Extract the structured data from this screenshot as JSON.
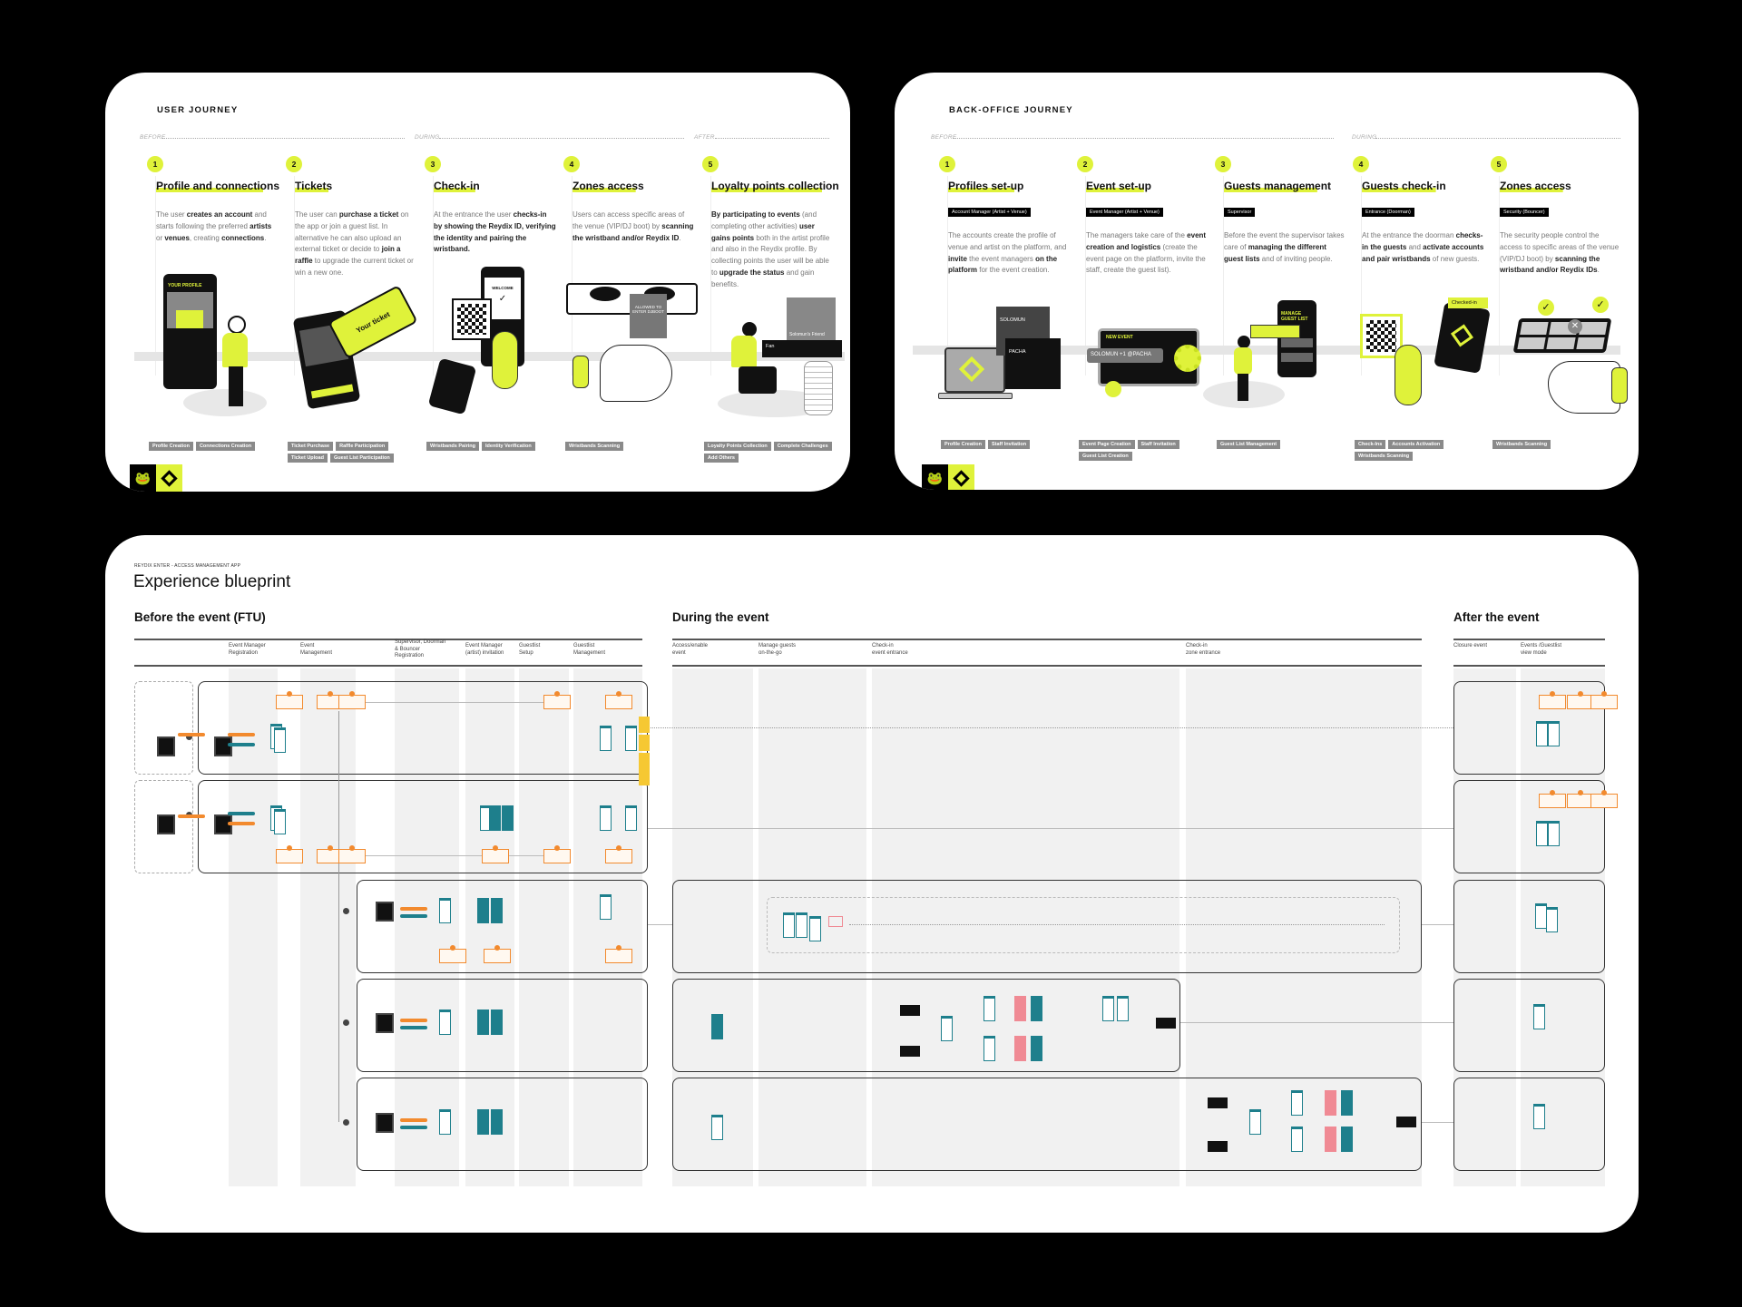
{
  "colors": {
    "accent": "#dff23a",
    "orange": "#f28a2e",
    "teal": "#1e7f8c",
    "pink": "#f08a94"
  },
  "user_journey": {
    "title": "USER JOURNEY",
    "phases": [
      "BEFORE",
      "DURING",
      "AFTER"
    ],
    "steps": [
      {
        "num": "1",
        "title": "Profile and connections",
        "desc": [
          {
            "text": "The user "
          },
          {
            "text": "creates an account",
            "bold": true
          },
          {
            "text": " and starts  following the preferred "
          },
          {
            "text": "artists",
            "bold": true
          },
          {
            "text": " or "
          },
          {
            "text": "venues",
            "bold": true
          },
          {
            "text": ", creating "
          },
          {
            "text": "connections",
            "bold": true
          },
          {
            "text": "."
          }
        ],
        "chips": [
          "Profile Creation",
          "Connections Creation"
        ]
      },
      {
        "num": "2",
        "title": "Tickets",
        "desc": [
          {
            "text": "The user can "
          },
          {
            "text": "purchase a ticket",
            "bold": true
          },
          {
            "text": " on the app or join a guest list. In alternative he can also upload an external ticket or decide to "
          },
          {
            "text": "join a raffle",
            "bold": true
          },
          {
            "text": " to upgrade the current ticket or win a new one."
          }
        ],
        "chips": [
          "Ticket Purchase",
          "Raffle Participation",
          "Ticket Upload",
          "Guest List Participation"
        ]
      },
      {
        "num": "3",
        "title": "Check-in",
        "desc": [
          {
            "text": "At the entrance the user "
          },
          {
            "text": "checks-in by showing the Reydix ID, verifying the identity and pairing the wristband.",
            "bold": true
          }
        ],
        "chips": [
          "Wristbands Pairing",
          "Identity Verification"
        ]
      },
      {
        "num": "4",
        "title": "Zones access",
        "desc": [
          {
            "text": "Users can access specific areas of the venue (VIP/DJ boot) by "
          },
          {
            "text": "scanning the wristband and/or Reydix ID",
            "bold": true
          },
          {
            "text": "."
          }
        ],
        "chips": [
          "Wristbands Scanning"
        ]
      },
      {
        "num": "5",
        "title": "Loyalty points collection",
        "desc": [
          {
            "text": "By participating to events",
            "bold": true
          },
          {
            "text": " (and completing other activities) "
          },
          {
            "text": "user gains points",
            "bold": true
          },
          {
            "text": " both in the artist profile and also in the Reydix profile. By collecting points the user will be able to "
          },
          {
            "text": "upgrade the status",
            "bold": true
          },
          {
            "text": " and gain benefits."
          }
        ],
        "chips": [
          "Loyalty Points Collection",
          "Complete Challenges",
          "Add Others"
        ]
      }
    ],
    "illustrations": {
      "profile_screen": "YOUR PROFILE",
      "ticket": "Your ticket",
      "welcome": "WELCOME",
      "allowed": "ALLOWED TO ENTER DJBOOT",
      "status_level": "Fan",
      "friend_badge": "Solomun's Friend"
    }
  },
  "back_office": {
    "title": "BACK-OFFICE JOURNEY",
    "phases": [
      "BEFORE",
      "DURING"
    ],
    "steps": [
      {
        "num": "1",
        "title": "Profiles set-up",
        "role": "Account Manager (Artist + Venue)",
        "desc": [
          {
            "text": "The accounts create the profile of venue and artist on the platform, and "
          },
          {
            "text": "invite",
            "bold": true
          },
          {
            "text": " the event managers "
          },
          {
            "text": "on the platform",
            "bold": true
          },
          {
            "text": " for the event creation."
          }
        ],
        "chips": [
          "Profile Creation",
          "Staff Invitation"
        ]
      },
      {
        "num": "2",
        "title": "Event set-up",
        "role": "Event Manager (Artist + Venue)",
        "desc": [
          {
            "text": "The managers take care of the "
          },
          {
            "text": "event creation and logistics",
            "bold": true
          },
          {
            "text": " (create the event page on the platform, invite the staff, create the guest list)."
          }
        ],
        "chips": [
          "Event Page Creation",
          "Staff Invitation",
          "Guest List Creation"
        ]
      },
      {
        "num": "3",
        "title": "Guests management",
        "role": "Supervisor",
        "desc": [
          {
            "text": "Before the event the supervisor takes care of "
          },
          {
            "text": "managing the different guest lists",
            "bold": true
          },
          {
            "text": " and of inviting people."
          }
        ],
        "chips": [
          "Guest List Management"
        ]
      },
      {
        "num": "4",
        "title": "Guests check-in",
        "role": "Entrance (Doorman)",
        "desc": [
          {
            "text": "At the entrance the doorman "
          },
          {
            "text": "checks-in the guests",
            "bold": true
          },
          {
            "text": " and "
          },
          {
            "text": "activate accounts and pair wristbands",
            "bold": true
          },
          {
            "text": " of new guests."
          }
        ],
        "chips": [
          "Check-Ins",
          "Accounts Activation",
          "Wristbands Scanning"
        ]
      },
      {
        "num": "5",
        "title": "Zones access",
        "role": "Security (Bouncer)",
        "desc": [
          {
            "text": "The security people control the access to specific areas of the venue (VIP/DJ boot) by "
          },
          {
            "text": "scanning the wristband and/or Reydix IDs",
            "bold": true
          },
          {
            "text": "."
          }
        ],
        "chips": [
          "Wristbands Scanning"
        ]
      }
    ],
    "illustrations": {
      "artist": "SOLOMUN",
      "venue": "PACHA",
      "new_event": "NEW EVENT",
      "event_name": "SOLOMUN +1 @PACHA",
      "guest_list": "MANAGE GUEST LIST",
      "checked_in": "Checked-in"
    }
  },
  "blueprint": {
    "subtitle": "REYDIX ENTER - ACCESS MANAGEMENT APP",
    "title": "Experience blueprint",
    "sections": [
      {
        "title": "Before the event (FTU)",
        "columns": [
          "Event Manager\nRegistration",
          "Event\nManagement",
          "Supervisor, Doorman\n& Bouncer\nRegistration",
          "Event Manager\n(artist) invitation",
          "Guestlist\nSetup",
          "Guestlist\nManagement"
        ]
      },
      {
        "title": "During the event",
        "columns": [
          "Access/enable\nevent",
          "Manage guests\non-the-go",
          "Check-in\nevent entrance",
          "Check-in\nzone entrance"
        ]
      },
      {
        "title": "After the event",
        "columns": [
          "Closure event",
          "Events /Guestlist\nview mode"
        ]
      }
    ]
  }
}
